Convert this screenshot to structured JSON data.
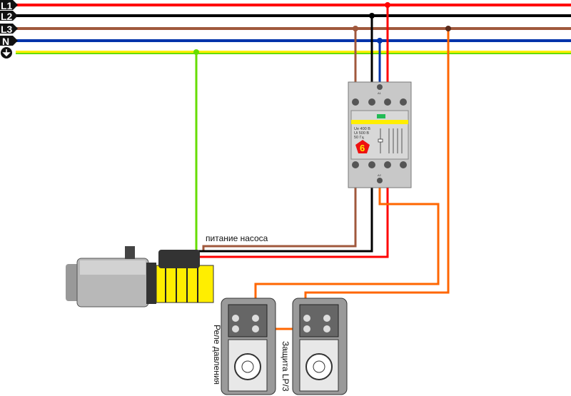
{
  "bus": {
    "lines": [
      {
        "label": "L1",
        "color": "#ff0000"
      },
      {
        "label": "L2",
        "color": "#000000"
      },
      {
        "label": "L3",
        "color": "#a0583c"
      },
      {
        "label": "N",
        "color": "#0033aa"
      },
      {
        "label": "",
        "icon": "ground-icon",
        "color": "#66dd00"
      }
    ]
  },
  "contactor": {
    "specs": [
      "Ue 400 В",
      "Ui 500 В",
      "50 Гц"
    ],
    "logo": "6",
    "coil_top": "A1",
    "coil_bottom": "A2",
    "indicator_color": "#22bb55",
    "stripe_color": "#ffee00"
  },
  "labels": {
    "pump_power": "питание насоса",
    "pressure_relay": "Реле давления",
    "protection": "Защита LP/3"
  },
  "colors": {
    "control_wire": "#ff6600",
    "pump_body": "#ffee00"
  }
}
